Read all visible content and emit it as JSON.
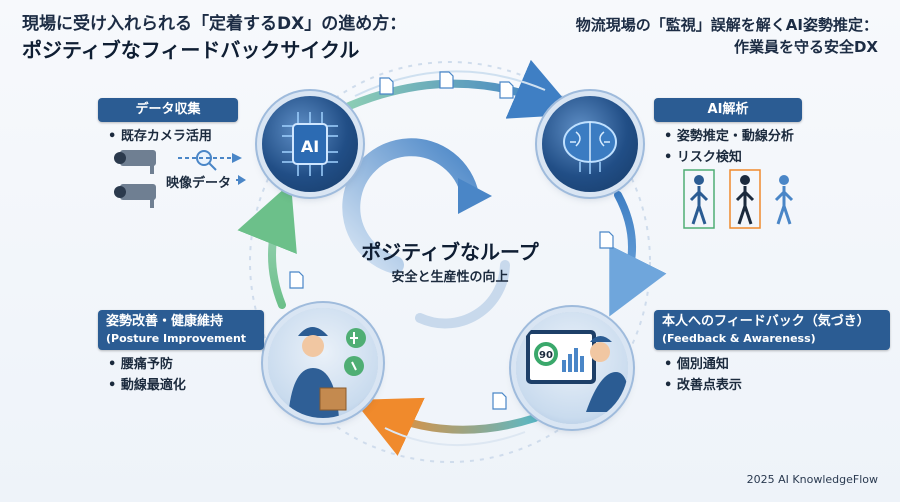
{
  "header": {
    "title_line1": "現場に受け入れられる「定着するDX」の進め方：",
    "title_line2": "ポジティブなフィードバックサイクル",
    "subtitle_line1": "物流現場の「監視」誤解を解くAI姿勢推定：",
    "subtitle_line2": "作業員を守る安全DX"
  },
  "center": {
    "title": "ポジティブなループ",
    "subtitle": "安全と生産性の向上"
  },
  "steps": {
    "data_collection": {
      "label": "データ収集",
      "bullets": [
        "既存カメラ活用"
      ],
      "video_label": "映像データ"
    },
    "ai_analysis": {
      "label": "AI解析",
      "bullets": [
        "姿勢推定・動線分析",
        "リスク検知"
      ]
    },
    "feedback": {
      "label_line1": "本人へのフィードバック（気づき）",
      "label_line2": "(Feedback & Awareness)",
      "bullets": [
        "個別通知",
        "改善点表示"
      ]
    },
    "improvement": {
      "label_line1": "姿勢改善・健康維持",
      "label_line2": "(Posture Improvement",
      "bullets": [
        "腰痛予防",
        "動線最適化"
      ]
    }
  },
  "nodes": {
    "ai_chip_text": "AI",
    "score_value": "90"
  },
  "footer": "2025 AI KnowledgeFlow",
  "colors": {
    "primary": "#2b5c93",
    "node_dark": "#163a66",
    "arrow_blue": "#4a86c7",
    "arrow_green": "#6cc08a",
    "arrow_orange": "#f08a2c",
    "arrow_teal": "#5cb8c4"
  }
}
